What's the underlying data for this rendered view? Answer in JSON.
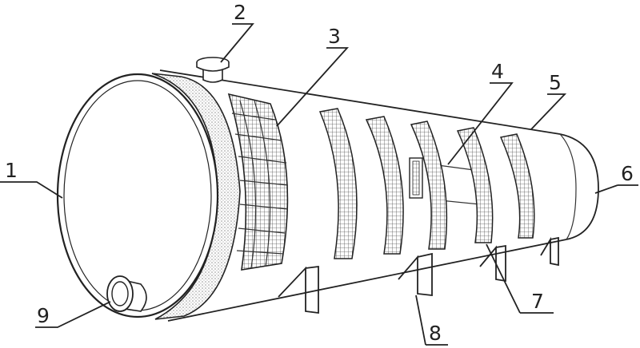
{
  "diagram": {
    "labels": [
      {
        "id": "1",
        "text": "1"
      },
      {
        "id": "2",
        "text": "2"
      },
      {
        "id": "3",
        "text": "3"
      },
      {
        "id": "4",
        "text": "4"
      },
      {
        "id": "5",
        "text": "5"
      },
      {
        "id": "6",
        "text": "6"
      },
      {
        "id": "7",
        "text": "7"
      },
      {
        "id": "8",
        "text": "8"
      },
      {
        "id": "9",
        "text": "9"
      }
    ],
    "colors": {
      "stroke": "#222222",
      "stipple": "#9a9a9a",
      "background": "#ffffff"
    }
  }
}
